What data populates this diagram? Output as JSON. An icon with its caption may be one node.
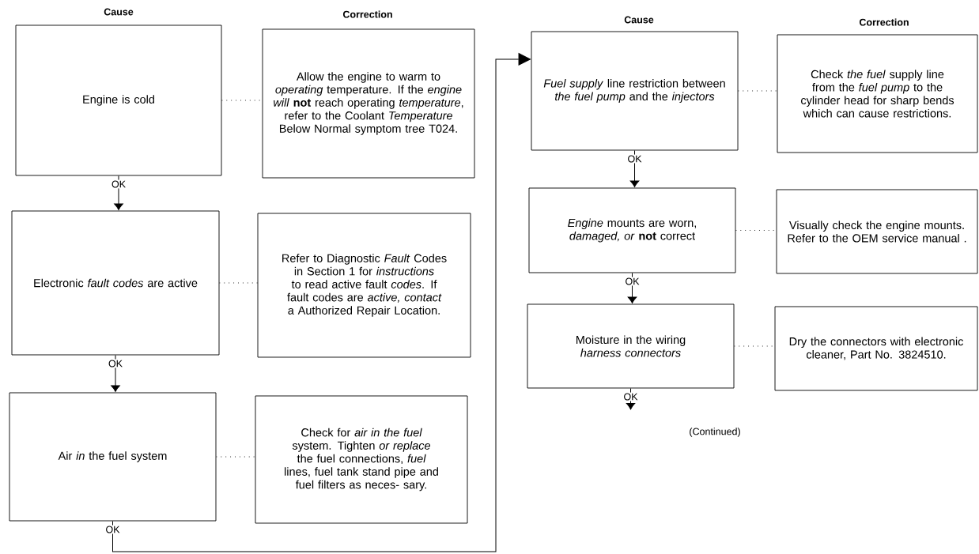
{
  "diagram": {
    "nodes": [
      {
        "text": [
          "Engine is cold"
        ]
      },
      {
        "text": [
          "Allow the engine to warm to *operating* temperature. If the *engine will* **not** reach operating *temperature*, refer to the Coolant *Temperature* Below Normal symptom tree T024."
        ]
      },
      {
        "text": [
          "Electronic *fault codes* are active"
        ]
      },
      {
        "text": [
          "Refer to Diagnostic *Fault* Codes in Section 1 for *instructions* to read active fault *codes*. If fault codes are *active, contact* a Authorized Repair Location."
        ]
      },
      {
        "text": [
          "Air *in* the fuel system"
        ]
      },
      {
        "text": [
          "Check for *air in the fuel* system. Tighten *or replace* the fuel connections, *fuel* lines, fuel tank stand pipe and fuel filters as neces- sary."
        ]
      },
      {
        "text": [
          "*Fuel supply* line restriction between *the fuel pump* and the *injectors*"
        ]
      },
      {
        "text": [
          "Check *the fuel* supply line from the *fuel pump* to the cylinder head for sharp bends which can cause restrictions."
        ]
      },
      {
        "text": [
          "*Engine* mounts are worn, *damaged, or* **not** correct"
        ]
      },
      {
        "text": [
          "Visually check the engine mounts. Refer to the OEM service manual ."
        ]
      },
      {
        "text": [
          "Moisture in the wiring *harness connectors*"
        ]
      },
      {
        "text": [
          "Dry the connectors with electronic cleaner, Part No. 3824510."
        ]
      }
    ],
    "edges": [
      {
        "from": 0,
        "to": 1,
        "arrow": "none",
        "style": "dashed"
      },
      {
        "from": 0,
        "to": 2,
        "arrow": "to",
        "label": "OK"
      },
      {
        "from": 2,
        "to": 3,
        "arrow": "none",
        "style": "dashed"
      },
      {
        "from": 2,
        "to": 4,
        "arrow": "to",
        "label": "OK"
      },
      {
        "from": 4,
        "to": 5,
        "arrow": "none",
        "style": "dashed"
      },
      {
        "from": 4,
        "to": 6,
        "arrow": "to",
        "label": "OK"
      },
      {
        "from": 6,
        "to": 7,
        "arrow": "none",
        "style": "dashed"
      },
      {
        "from": 6,
        "to": 8,
        "arrow": "to",
        "label": "OK"
      },
      {
        "from": 8,
        "to": 9,
        "arrow": "none",
        "style": "dashed"
      },
      {
        "from": 8,
        "to": 10,
        "arrow": "to",
        "label": "OK"
      },
      {
        "from": 10,
        "to": 11,
        "arrow": "none",
        "style": "dashed"
      },
      {
        "from": 10,
        "to": null,
        "arrow": "to",
        "label": "OK"
      }
    ],
    "labels": [
      "Cause",
      "Correction",
      "Cause",
      "Correction",
      "(Continued)"
    ]
  }
}
